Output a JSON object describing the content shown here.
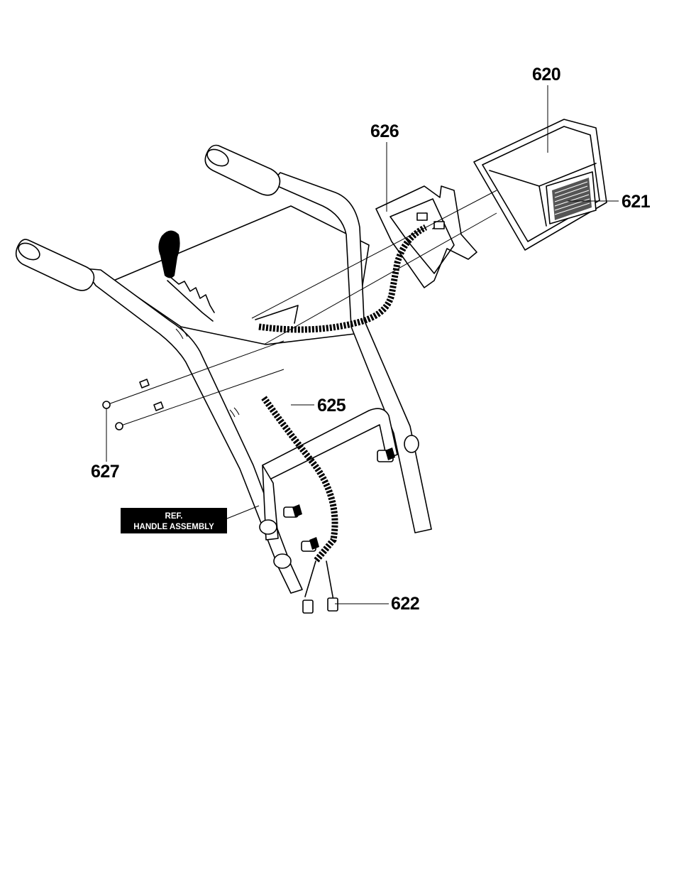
{
  "callouts": {
    "c620": "620",
    "c621": "621",
    "c622": "622",
    "c625": "625",
    "c626": "626",
    "c627": "627"
  },
  "ref_box": {
    "line1": "REF.",
    "line2": "HANDLE ASSEMBLY",
    "background": "#000000",
    "text_color": "#ffffff"
  },
  "colors": {
    "line": "#000000",
    "background": "#ffffff"
  }
}
